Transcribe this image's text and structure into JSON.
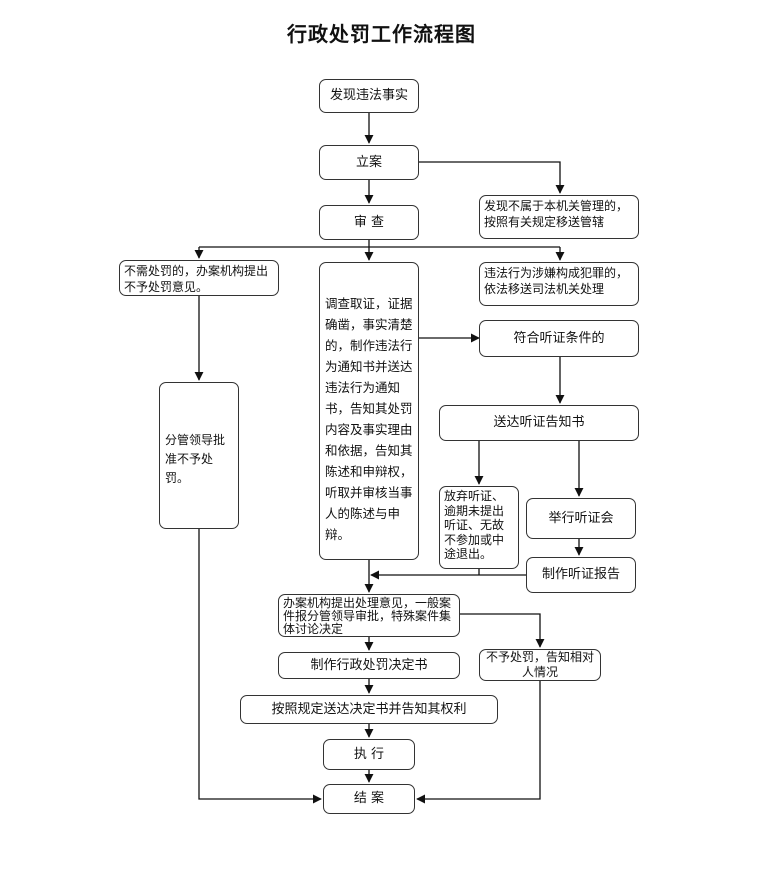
{
  "title": "行政处罚工作流程图",
  "nodes": {
    "discover": "发现违法事实",
    "register": "立案",
    "review": "审 查",
    "not_jurisdiction": "发现不属于本机关管理的，按照有关规定移送管辖",
    "crime_transfer": "违法行为涉嫌构成犯罪的，依法移送司法机关处理",
    "no_penalty_needed": "不需处罚的，办案机构提出不予处罚意见。",
    "investigate": "调查取证，证据确凿，事实清楚的，制作违法行为通知书并送达违法行为通知书，告知其处罚内容及事实理由和依据，告知其陈述和申辩权，听取并审核当事人的陈述与申辩。",
    "hearing_conditions": "符合听证条件的",
    "hearing_notice": "送达听证告知书",
    "leader_approve": "分管领导批准不予处罚。",
    "waive_hearing": "放弃听证、逾期未提出听证、无故不参加或中途退出。",
    "hold_hearing": "举行听证会",
    "hearing_report": "制作听证报告",
    "propose_opinion": "办案机构提出处理意见，一般案件报分管领导审批，特殊案件集体讨论决定",
    "make_decision": "制作行政处罚决定书",
    "no_penalty_notify": "不予处罚，告知相对人情况",
    "deliver_decision": "按照规定送达决定书并告知其权利",
    "execute": "执 行",
    "close_case": "结 案"
  }
}
